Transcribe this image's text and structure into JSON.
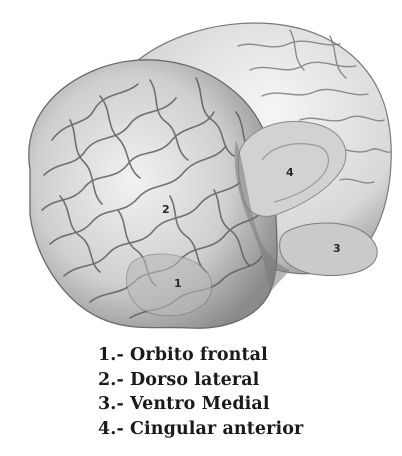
{
  "regions": [
    {
      "id": "1",
      "label": "1"
    },
    {
      "id": "2",
      "label": "2"
    },
    {
      "id": "3",
      "label": "3"
    },
    {
      "id": "4",
      "label": "4"
    }
  ],
  "legend": [
    "1.- Orbito frontal",
    "2.- Dorso lateral",
    "3.- Ventro Medial",
    "4.- Cingular anterior"
  ],
  "colors": {
    "background": "#ffffff",
    "brain_light": "#ececec",
    "brain_mid": "#bdbdbd",
    "brain_dark": "#6a6a6a",
    "region_highlight": "#d4d4d4",
    "text": "#1a1a1a"
  }
}
